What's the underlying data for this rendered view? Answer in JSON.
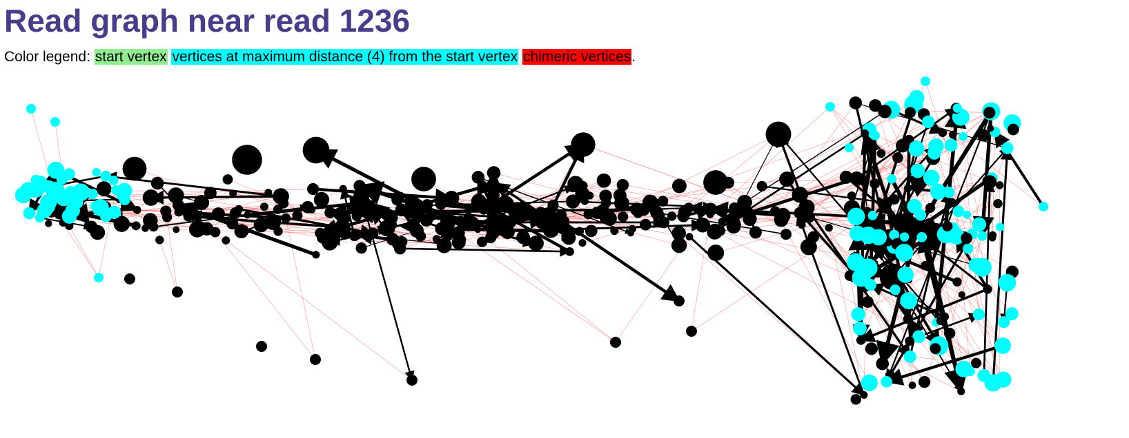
{
  "page": {
    "title": "Read graph near read 1236"
  },
  "legend": {
    "prefix": "Color legend:",
    "items": [
      {
        "label": "start vertex",
        "color": "#90ee90"
      },
      {
        "label": "vertices at maximum distance (4) from the start vertex",
        "color": "#00ffff"
      },
      {
        "label": "chimeric vertices",
        "color": "#ff0000"
      }
    ],
    "suffix": "."
  },
  "graph": {
    "vertex_color": "#000000",
    "max_distance_color": "#00ffff",
    "edge_color": "#000000",
    "alignment_edge_color": "#ff6666",
    "seed": 1236
  }
}
